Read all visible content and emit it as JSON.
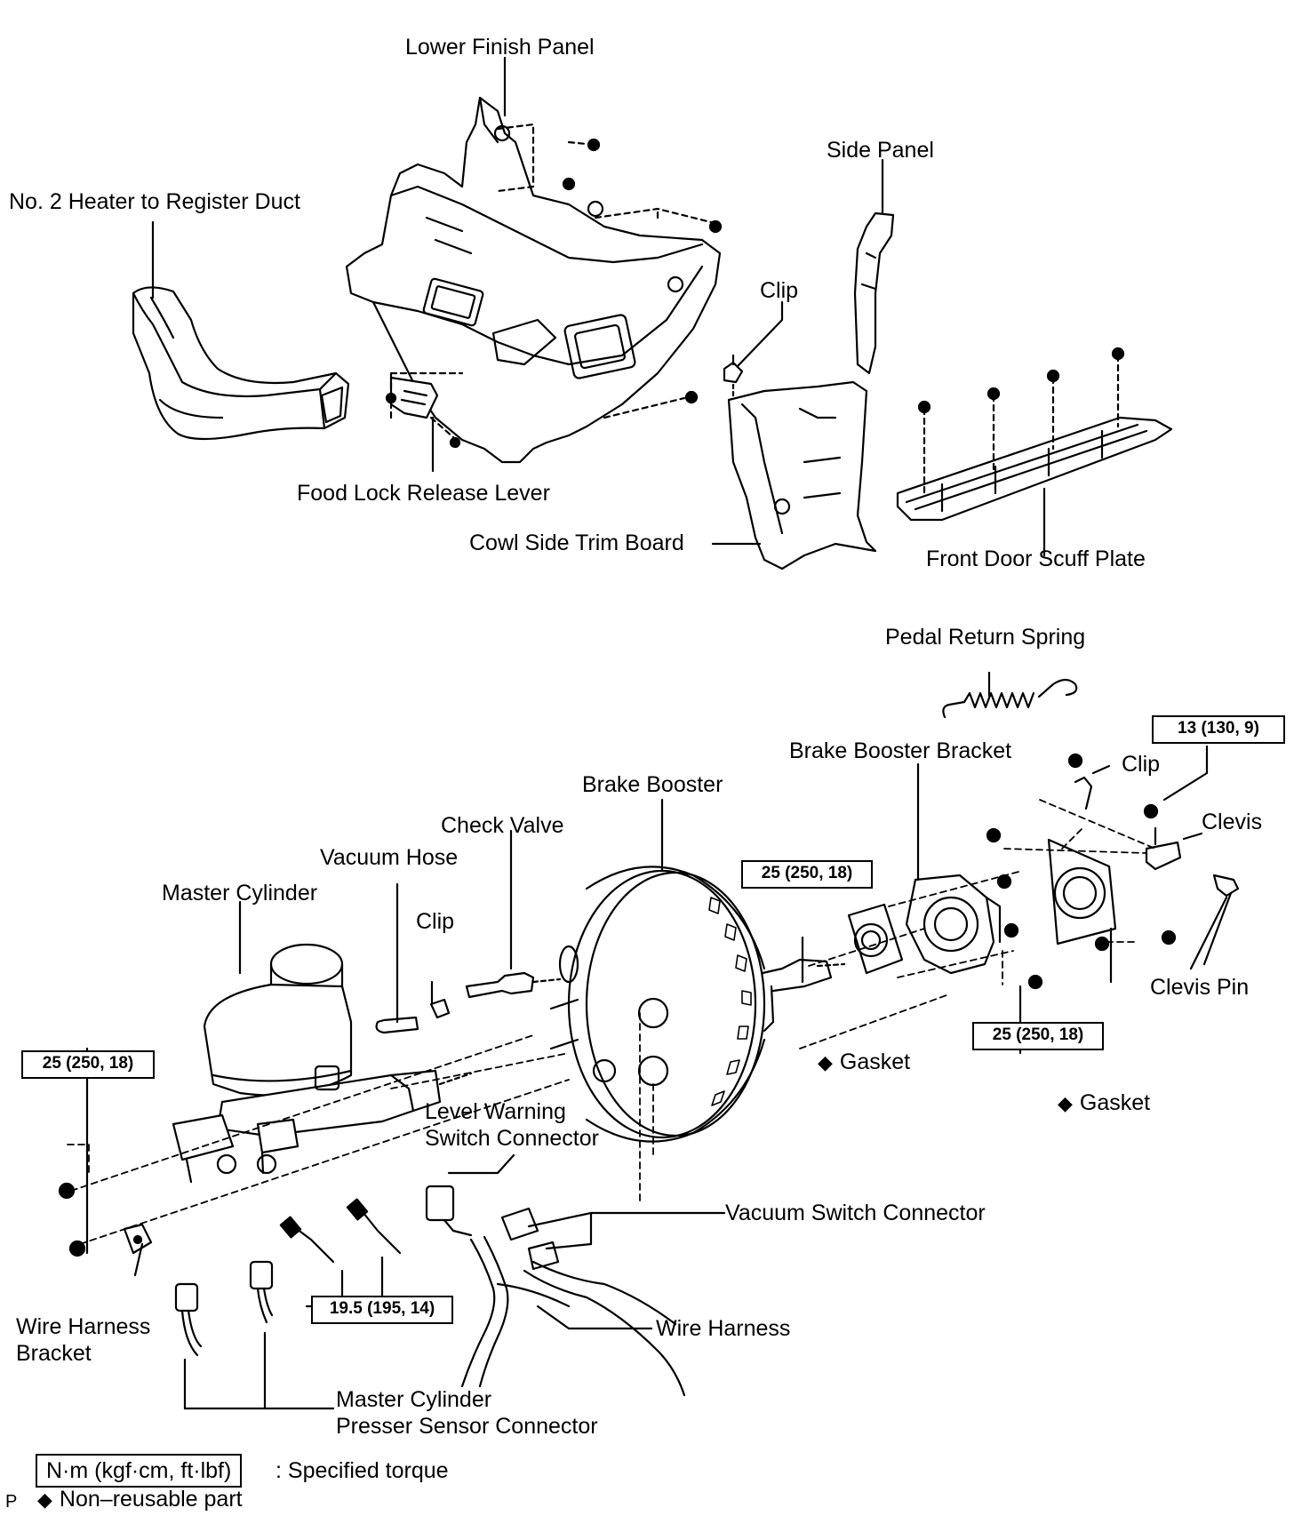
{
  "colors": {
    "ink": "#000000",
    "background": "#ffffff"
  },
  "labels": {
    "lower_finish_panel": "Lower Finish Panel",
    "side_panel": "Side Panel",
    "heater_duct": "No. 2 Heater to Register Duct",
    "clip_top": "Clip",
    "hood_lock_release_lever": "Food Lock Release Lever",
    "cowl_side_trim_board": "Cowl Side Trim Board",
    "front_door_scuff_plate": "Front Door Scuff Plate",
    "pedal_return_spring": "Pedal Return Spring",
    "brake_booster_bracket": "Brake Booster Bracket",
    "clip_right": "Clip",
    "clevis": "Clevis",
    "clevis_pin": "Clevis Pin",
    "brake_booster": "Brake Booster",
    "check_valve": "Check Valve",
    "vacuum_hose": "Vacuum Hose",
    "master_cylinder": "Master Cylinder",
    "clip_mid": "Clip",
    "gasket_1": "Gasket",
    "gasket_2": "Gasket",
    "level_warning_switch_connector_1": "Level Warning",
    "level_warning_switch_connector_2": "Switch Connector",
    "vacuum_switch_connector": "Vacuum Switch Connector",
    "wire_harness": "Wire Harness",
    "wire_harness_bracket_1": "Wire Harness",
    "wire_harness_bracket_2": "Bracket",
    "master_cylinder_sensor_1": "Master Cylinder",
    "master_cylinder_sensor_2": "Presser Sensor Connector"
  },
  "torque": {
    "clevis_nut": "13 (130, 9)",
    "booster_stud": "25 (250, 18)",
    "bracket_nut": "25 (250, 18)",
    "master_cyl_nut": "25 (250, 18)",
    "brake_line": "19.5 (195, 14)"
  },
  "legend": {
    "torque_box": "N·m (kgf·cm, ft·lbf)",
    "torque_text": ": Specified torque",
    "nonreusable_symbol": "◆",
    "nonreusable_text": "Non–reusable part",
    "page_marker": "P"
  }
}
